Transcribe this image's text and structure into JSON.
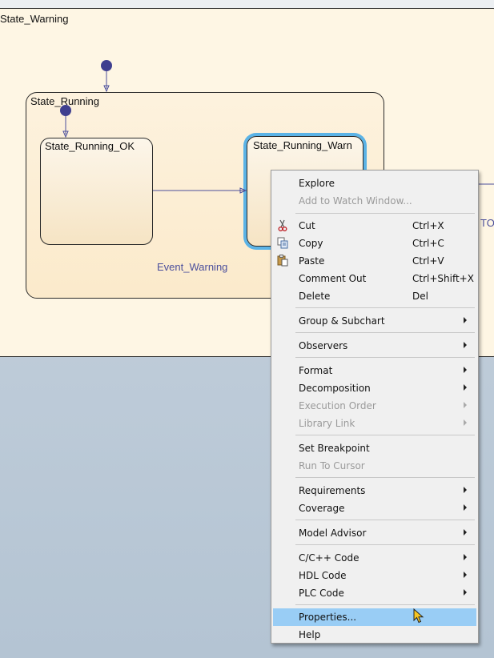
{
  "chart": {
    "states": {
      "warning": "State_Warning",
      "running": "State_Running",
      "running_ok": "State_Running_OK",
      "running_warn": "State_Running_Warn"
    },
    "event_label": "Event_Warning",
    "clipped_right_text": "TO"
  },
  "context_menu": {
    "explore": "Explore",
    "add_watch": "Add to Watch Window...",
    "cut": {
      "label": "Cut",
      "shortcut": "Ctrl+X"
    },
    "copy": {
      "label": "Copy",
      "shortcut": "Ctrl+C"
    },
    "paste": {
      "label": "Paste",
      "shortcut": "Ctrl+V"
    },
    "comment_out": {
      "label": "Comment Out",
      "shortcut": "Ctrl+Shift+X"
    },
    "delete": {
      "label": "Delete",
      "shortcut": "Del"
    },
    "group_subchart": "Group & Subchart",
    "observers": "Observers",
    "format": "Format",
    "decomposition": "Decomposition",
    "execution_order": "Execution Order",
    "library_link": "Library Link",
    "set_breakpoint": "Set Breakpoint",
    "run_to_cursor": "Run To Cursor",
    "requirements": "Requirements",
    "coverage": "Coverage",
    "model_advisor": "Model Advisor",
    "cpp_code": "C/C++ Code",
    "hdl_code": "HDL Code",
    "plc_code": "PLC Code",
    "properties": "Properties...",
    "help": "Help"
  },
  "colors": {
    "selection_highlight": "#5bb3e6",
    "menu_hover": "#99cdf5",
    "event_text": "#4b4f9c"
  }
}
